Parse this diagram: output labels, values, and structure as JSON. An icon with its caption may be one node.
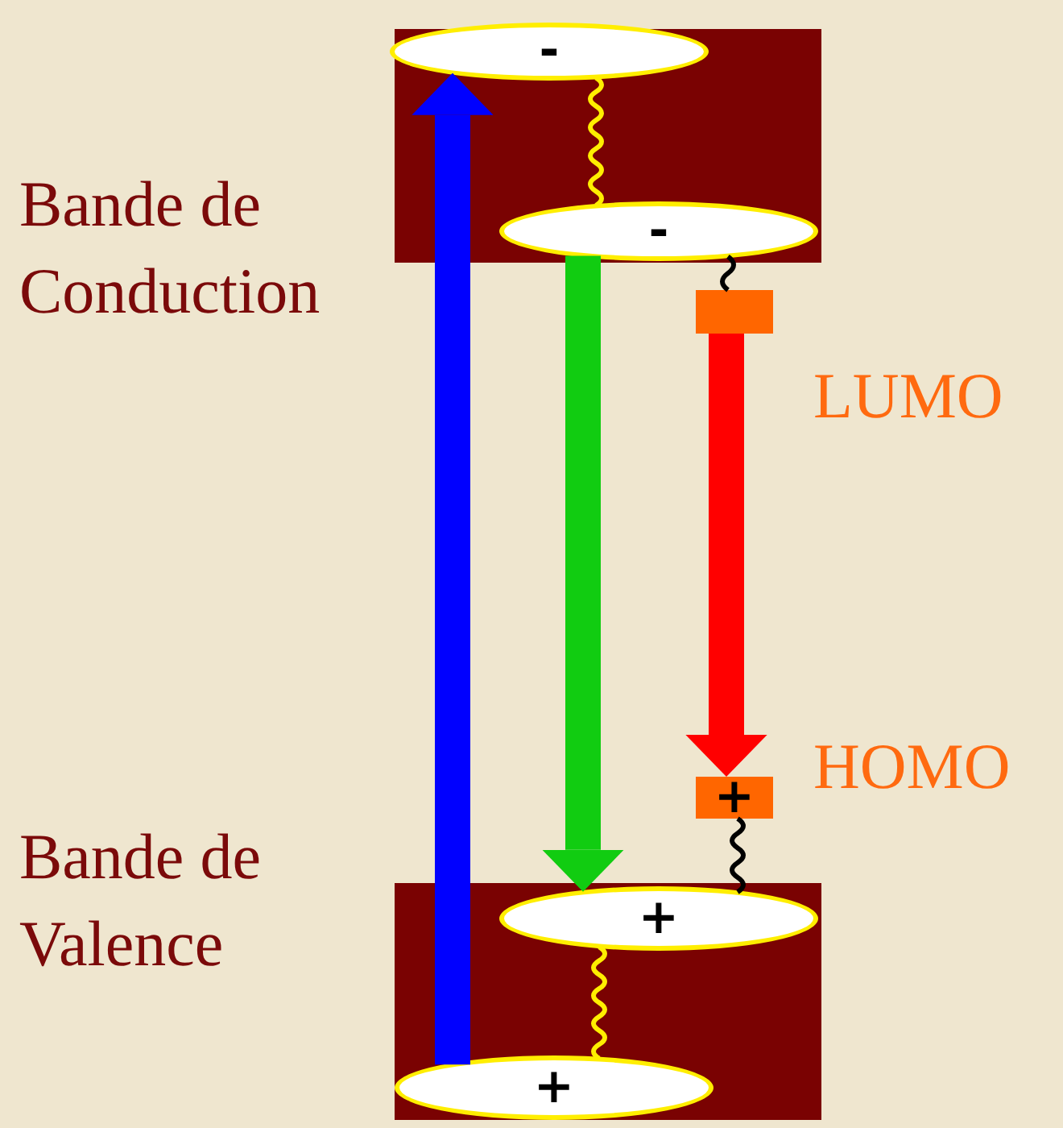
{
  "diagram": {
    "nodes": [
      {
        "text": [
          "Bande de Conduction"
        ]
      },
      {
        "text": [
          "Bande de Valence"
        ]
      },
      {
        "text": [
          "-"
        ],
        "in": 0
      },
      {
        "text": [
          "-"
        ],
        "in": 0
      },
      {
        "text": [],
        "shape": "box",
        "beside": [
          "LUMO"
        ]
      },
      {
        "text": [
          "+"
        ],
        "beside": [
          "HOMO"
        ]
      },
      {
        "text": [
          "+"
        ],
        "in": 1
      },
      {
        "text": [
          "+"
        ],
        "in": 1
      }
    ],
    "edges": [
      {
        "from": 7,
        "to": 2,
        "arrow": "to",
        "style": "thick",
        "color": "#0000ff"
      },
      {
        "from": 3,
        "to": 6,
        "arrow": "to",
        "style": "thick",
        "color": "#11cc11"
      },
      {
        "from": 4,
        "to": 5,
        "arrow": "to",
        "style": "thick",
        "color": "#ff0000"
      },
      {
        "from": 2,
        "to": 3,
        "arrow": "none",
        "color": "#ffee00"
      },
      {
        "from": 6,
        "to": 7,
        "arrow": "none",
        "color": "#ffee00"
      },
      {
        "from": 3,
        "to": 4,
        "arrow": "none",
        "color": "#000000"
      },
      {
        "from": 5,
        "to": 6,
        "arrow": "none",
        "color": "#000000"
      }
    ]
  }
}
